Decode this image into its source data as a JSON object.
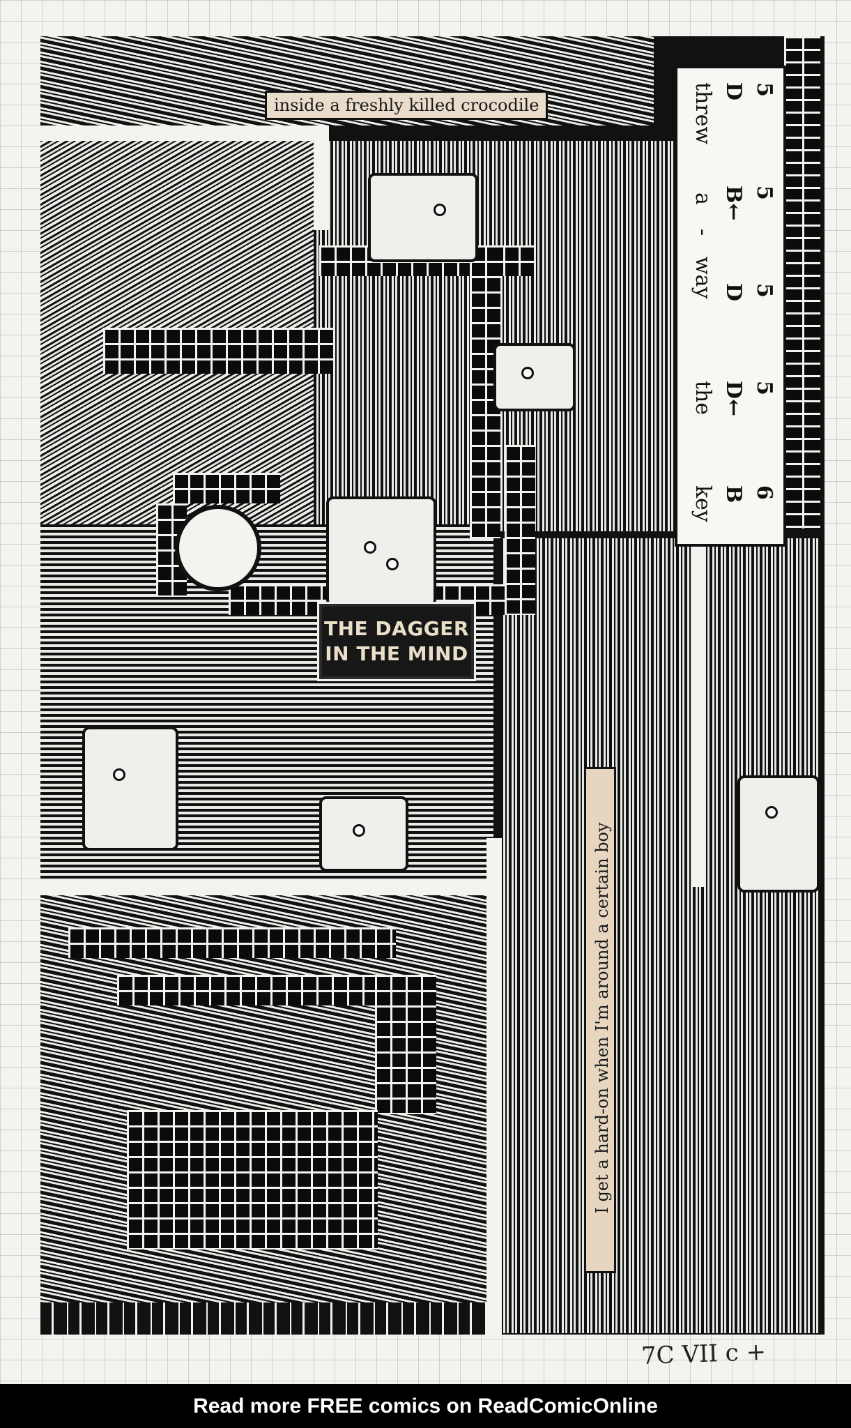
{
  "artwork": {
    "caption_top": "inside a freshly killed crocodile",
    "dagger_label": [
      "THE DAGGER",
      "IN THE MIND"
    ],
    "code_panel": {
      "rows": [
        [
          "5",
          "5",
          "5",
          "5",
          "6"
        ],
        [
          "D",
          "B←",
          "D",
          "D←",
          "B"
        ]
      ],
      "phrase": [
        "threw",
        "a",
        "-",
        "way",
        "the",
        "key"
      ]
    },
    "caption_vertical": "I get a hard-on when I'm around a certain boy",
    "page_number": "7C VII c +"
  },
  "footer": {
    "text": "Read more FREE comics on ReadComicOnline"
  },
  "colors": {
    "ink": "#111111",
    "paper": "#f3f3f0",
    "clipping": "#e6d6bf",
    "footer_bg": "#000000",
    "footer_text": "#ffffff"
  }
}
